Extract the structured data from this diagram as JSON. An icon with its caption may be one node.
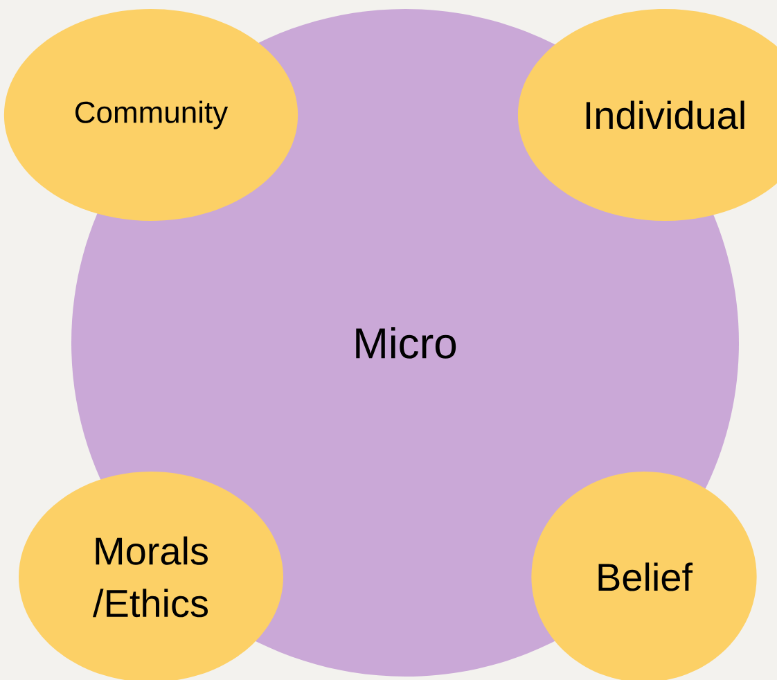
{
  "diagram": {
    "nodes": [
      {
        "text": [
          "Micro"
        ]
      },
      {
        "text": [
          "Community"
        ]
      },
      {
        "text": [
          "Individual"
        ]
      },
      {
        "text": [
          "Morals /Ethics"
        ]
      },
      {
        "text": [
          "Belief"
        ]
      }
    ]
  }
}
